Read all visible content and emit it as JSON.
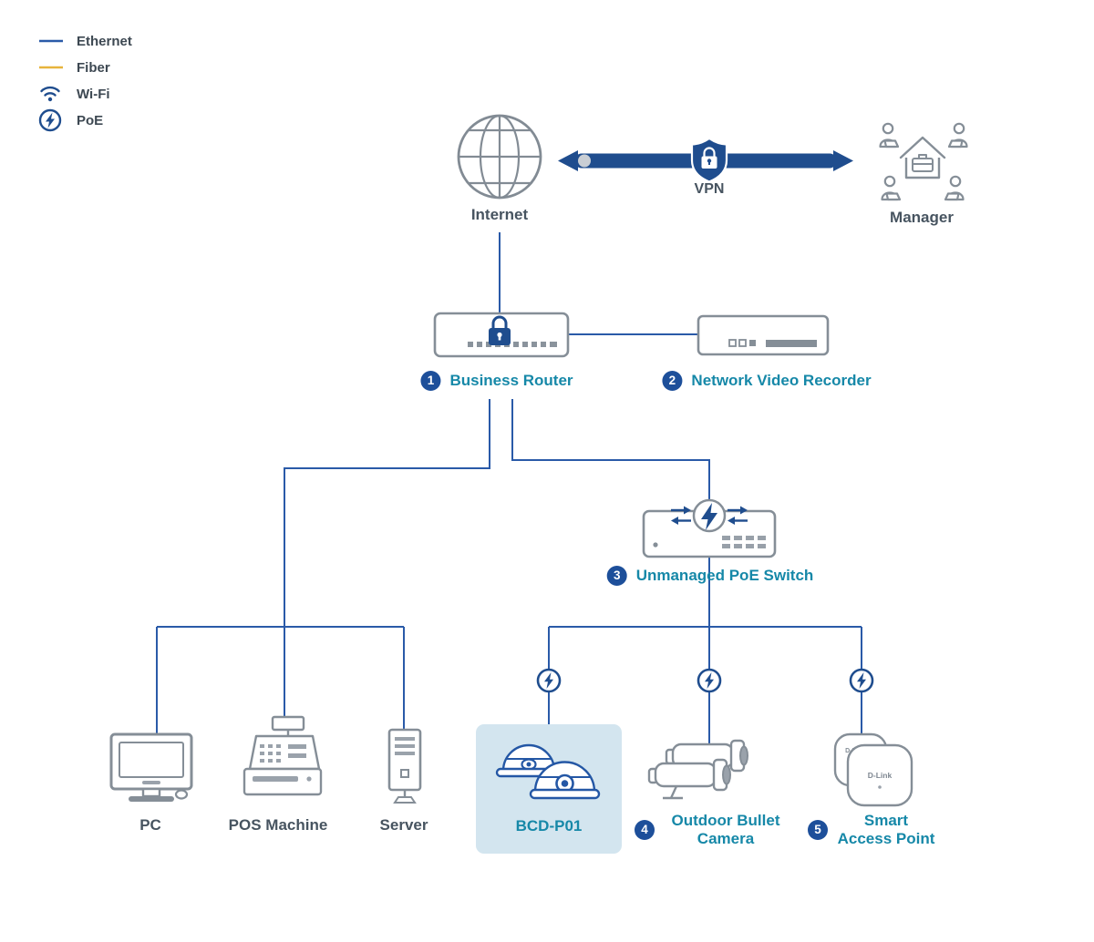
{
  "legend": {
    "items": [
      {
        "name": "ethernet",
        "label": "Ethernet"
      },
      {
        "name": "fiber",
        "label": "Fiber"
      },
      {
        "name": "wifi",
        "label": "Wi-Fi"
      },
      {
        "name": "poe",
        "label": "PoE"
      }
    ]
  },
  "nodes": {
    "internet": {
      "label": "Internet"
    },
    "vpn": {
      "label": "VPN"
    },
    "manager": {
      "label": "Manager"
    },
    "router": {
      "num": "1",
      "label": "Business Router"
    },
    "nvr": {
      "num": "2",
      "label": "Network Video Recorder"
    },
    "switch": {
      "num": "3",
      "label": "Unmanaged PoE Switch"
    },
    "pc": {
      "label": "PC"
    },
    "pos": {
      "label": "POS Machine"
    },
    "server": {
      "label": "Server"
    },
    "bcd": {
      "label": "BCD-P01"
    },
    "bullet": {
      "num": "4",
      "line1": "Outdoor Bullet",
      "line2": "Camera"
    },
    "ap": {
      "num": "5",
      "line1": "Smart",
      "line2": "Access Point",
      "logo": "D-Link"
    }
  },
  "colors": {
    "ethernet_line": "#2a5aa8",
    "fiber_line": "#e7b43c",
    "navy_accent": "#1f4d8e",
    "teal_label": "#1688a8",
    "badge_blue": "#1d4f9a",
    "device_gray": "#858e97",
    "text_dark": "#475460",
    "highlight_box": "#d3e5ef"
  }
}
